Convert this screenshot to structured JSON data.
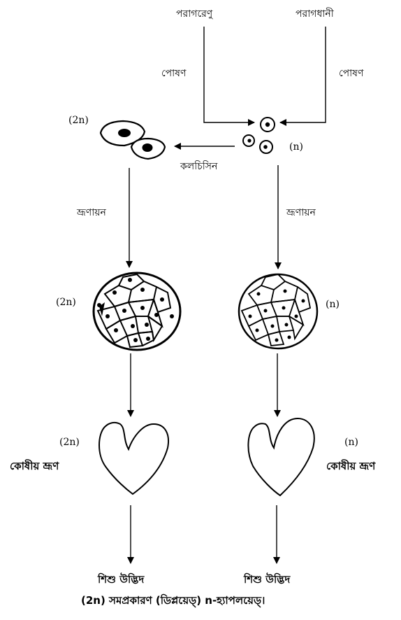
{
  "sources": {
    "pollen": "পরাগরেণু",
    "anther": "পরাগধানী"
  },
  "steps": {
    "nourishment_left": "পোষণ",
    "nourishment_right": "পোষণ",
    "colchicine": "কলচিসিন",
    "embryogenesis_left": "ভ্রূণায়ন",
    "embryogenesis_right": "ভ্রূণায়ন"
  },
  "ploidy": {
    "diploid_cells": "(2n)",
    "haploid_cells": "(n)",
    "diploid_mass": "(2n)",
    "haploid_mass": "(n)",
    "diploid_embryo": "(2n)",
    "haploid_embryo": "(n)"
  },
  "embryos": {
    "left": "কোষীয় ভ্রূণ",
    "right": "কোষীয় ভ্রূণ"
  },
  "plantlets": {
    "left": "শিশু উদ্ভিদ",
    "right": "শিশু উদ্ভিদ"
  },
  "caption": "(2n) সমপ্রকারণ (ডিপ্লয়েড্) n-হ্যাপলয়েড্।"
}
